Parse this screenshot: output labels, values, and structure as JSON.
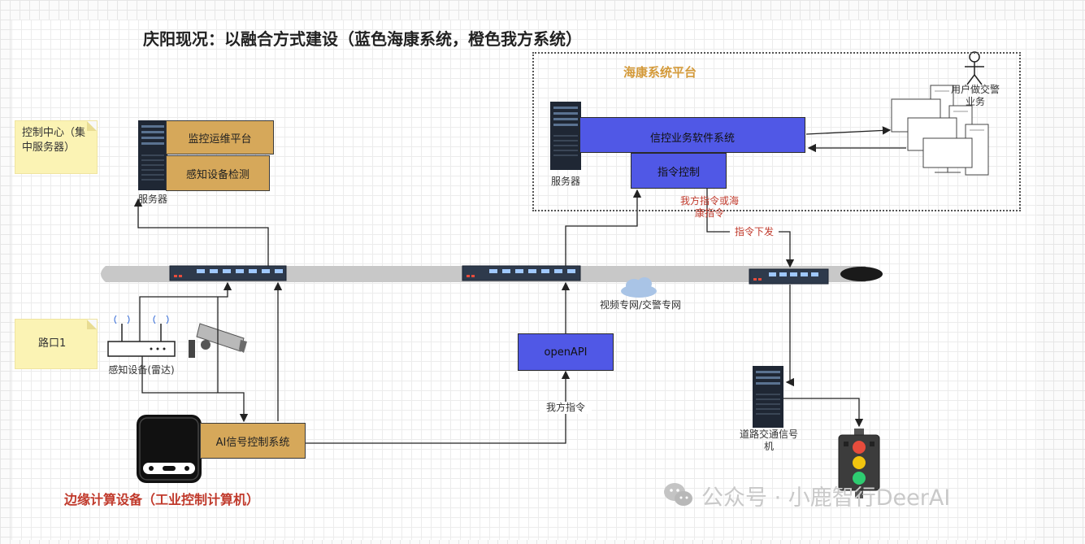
{
  "title": "庆阳现况：以融合方式建设（蓝色海康系统，橙色我方系统）",
  "notes": {
    "control_center": "控制中心（集中服务器）",
    "intersection": "路口1"
  },
  "control_center": {
    "monitor_platform": "监控运维平台",
    "sensor_detection": "感知设备检测",
    "server_label": "服务器"
  },
  "hikvision": {
    "platform_title": "海康系统平台",
    "signal_software": "信控业务软件系统",
    "command_control": "指令控制",
    "server_label": "服务器",
    "user_label": "用户做交警业务"
  },
  "network": {
    "cloud_label": "视频专网/交警专网"
  },
  "edge": {
    "sensor_label": "感知设备(雷达)",
    "ai_system": "AI信号控制系统",
    "device_label": "边缘计算设备（工业控制计算机）",
    "openapi": "openAPI",
    "our_command": "我方指令"
  },
  "signal": {
    "command_choice": "我方指令或海康指令",
    "command_dispatch": "指令下发",
    "controller_label": "道路交通信号机"
  },
  "watermark": "公众号 · 小鹿智行DeerAI",
  "colors": {
    "orange_system": "#d6a85a",
    "blue_system": "#5058e6",
    "note": "#fbf3b4"
  }
}
